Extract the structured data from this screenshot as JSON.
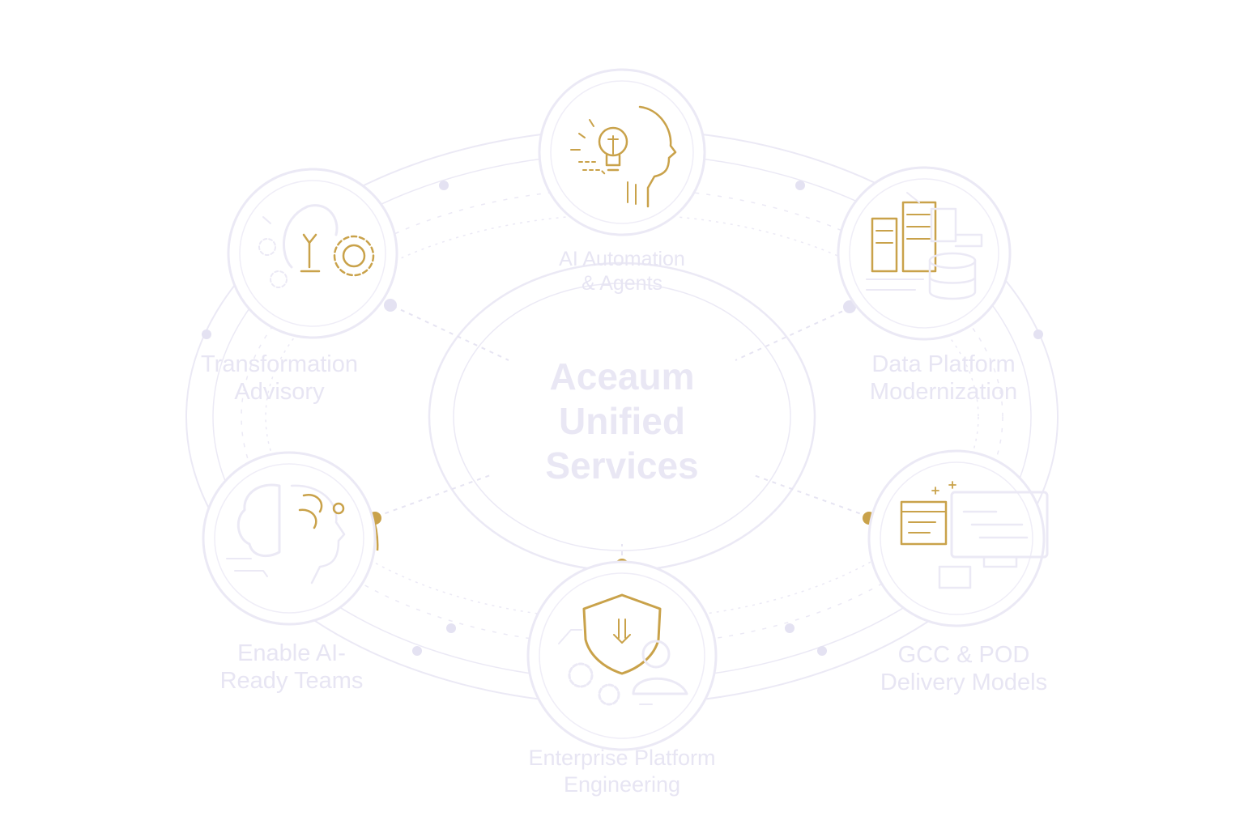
{
  "center": {
    "lines": [
      "Aceaum",
      "Unified",
      "Services"
    ]
  },
  "nodes": [
    {
      "id": "ai-automation",
      "icon": "ai-head-lightbulb-icon",
      "lines": [
        "AI Automation",
        "& Agents"
      ]
    },
    {
      "id": "data-platform",
      "icon": "data-servers-database-icon",
      "lines": [
        "Data Platform",
        "Modernization"
      ]
    },
    {
      "id": "gcc-pod",
      "icon": "windows-monitor-icon",
      "lines": [
        "GCC & POD",
        "Delivery Models"
      ]
    },
    {
      "id": "enterprise-platform",
      "icon": "shield-gears-user-icon",
      "lines": [
        "Enterprise Platform",
        "Engineering"
      ]
    },
    {
      "id": "enable-ai-teams",
      "icon": "brain-head-circuit-icon",
      "lines": [
        "Enable AI-",
        "Ready Teams"
      ]
    },
    {
      "id": "transformation",
      "icon": "lightbulb-gears-icon",
      "lines": [
        "Transformation",
        "Advisory"
      ]
    }
  ],
  "colors": {
    "gold": "#c9a24a",
    "line": "#ebe9f5",
    "text": "#e7e5f3",
    "dot": "#e4e2f2"
  }
}
